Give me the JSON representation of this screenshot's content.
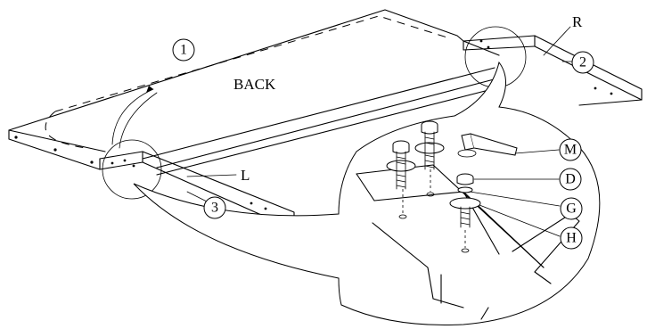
{
  "labels": {
    "back": "BACK",
    "left_rail": "L",
    "right_rail": "R"
  },
  "callouts": {
    "panel": "1",
    "rail_right": "2",
    "rail_left": "3",
    "wrench": "M",
    "screw": "D",
    "lock_washer": "G",
    "washer": "H"
  }
}
